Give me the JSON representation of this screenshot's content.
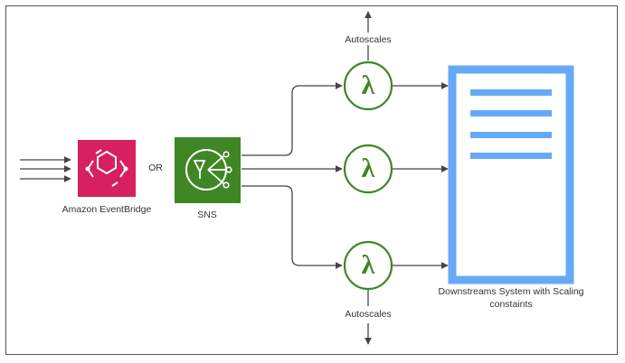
{
  "labels": {
    "eventbridge": "Amazon EventBridge",
    "or": "OR",
    "sns": "SNS",
    "autoscales_top": "Autoscales",
    "autoscales_bottom": "Autoscales",
    "downstream": "Downstreams System with Scaling constaints"
  },
  "icons": {
    "eventbridge": "eventbridge-icon",
    "sns": "sns-icon",
    "lambda": "lambda-icon"
  },
  "lambda_glyph": "λ",
  "colors": {
    "eventbridge": "#d6205f",
    "sns": "#3f8624",
    "lambda": "#3f8624",
    "downstream": "#66a9f7",
    "arrow": "#444444"
  }
}
